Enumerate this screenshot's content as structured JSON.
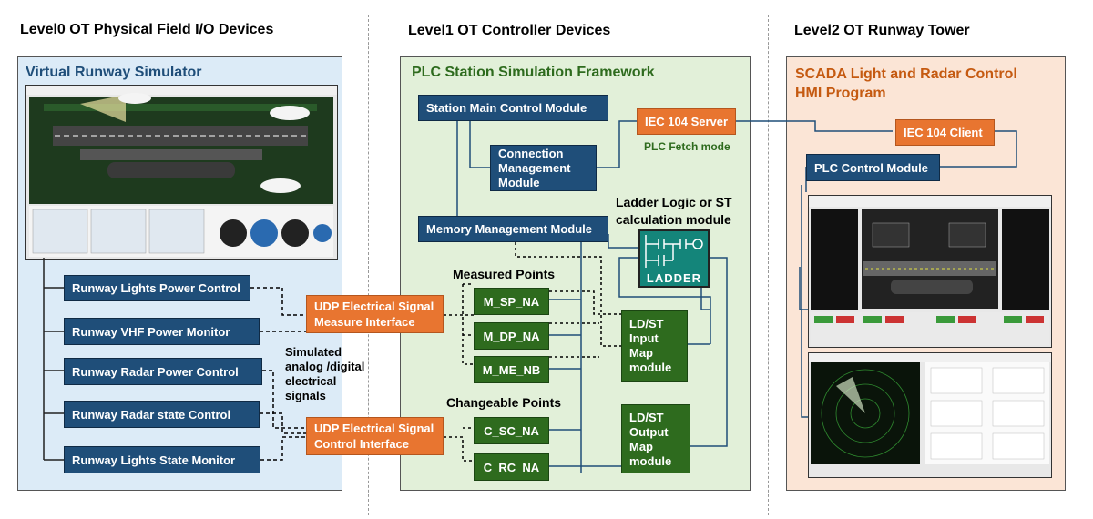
{
  "levels": {
    "l0": "Level0 OT Physical Field I/O Devices",
    "l1": "Level1 OT Controller Devices",
    "l2": "Level2 OT Runway Tower"
  },
  "panel0": {
    "title": "Virtual Runway Simulator",
    "modules": [
      "Runway Lights Power Control",
      "Runway VHF Power  Monitor",
      "Runway Radar Power Control",
      "Runway Radar state Control",
      "Runway Lights State  Monitor"
    ],
    "signals_label": "Simulated\nanalog /digital\nelectrical\nsignals"
  },
  "panel1": {
    "title": "PLC Station Simulation Framework",
    "main_control": "Station Main Control Module",
    "connection": "Connection\nManagement\nModule",
    "iec_server": "IEC 104 Server",
    "fetch_mode": "PLC Fetch mode",
    "memory": "Memory Management Module",
    "ladder_label": "Ladder Logic or ST\ncalculation module",
    "ladder_text": "LADDER",
    "measured_label": "Measured Points",
    "changeable_label": "Changeable Points",
    "measured_points": [
      "M_SP_NA",
      "M_DP_NA",
      "M_ME_NB"
    ],
    "changeable_points": [
      "C_SC_NA",
      "C_RC_NA"
    ],
    "udp_measure": "UDP Electrical Signal\nMeasure Interface",
    "udp_control": "UDP Electrical Signal\nControl Interface",
    "input_map": "LD/ST\nInput\nMap\nmodule",
    "output_map": "LD/ST\nOutput\nMap\nmodule"
  },
  "panel2": {
    "title": "SCADA Light and Radar Control\nHMI Program",
    "iec_client": "IEC 104 Client",
    "plc_control": "PLC Control Module"
  },
  "colors": {
    "blue_box": "#1f4e79",
    "green_box": "#2e6b1e",
    "orange_box": "#e87530",
    "panel0_bg": "#dcebf7",
    "panel1_bg": "#e2f0d9",
    "panel2_bg": "#fbe5d6",
    "panel0_title": "#1f4e79",
    "panel1_title": "#2e6b1e",
    "panel2_title": "#c55a11"
  }
}
